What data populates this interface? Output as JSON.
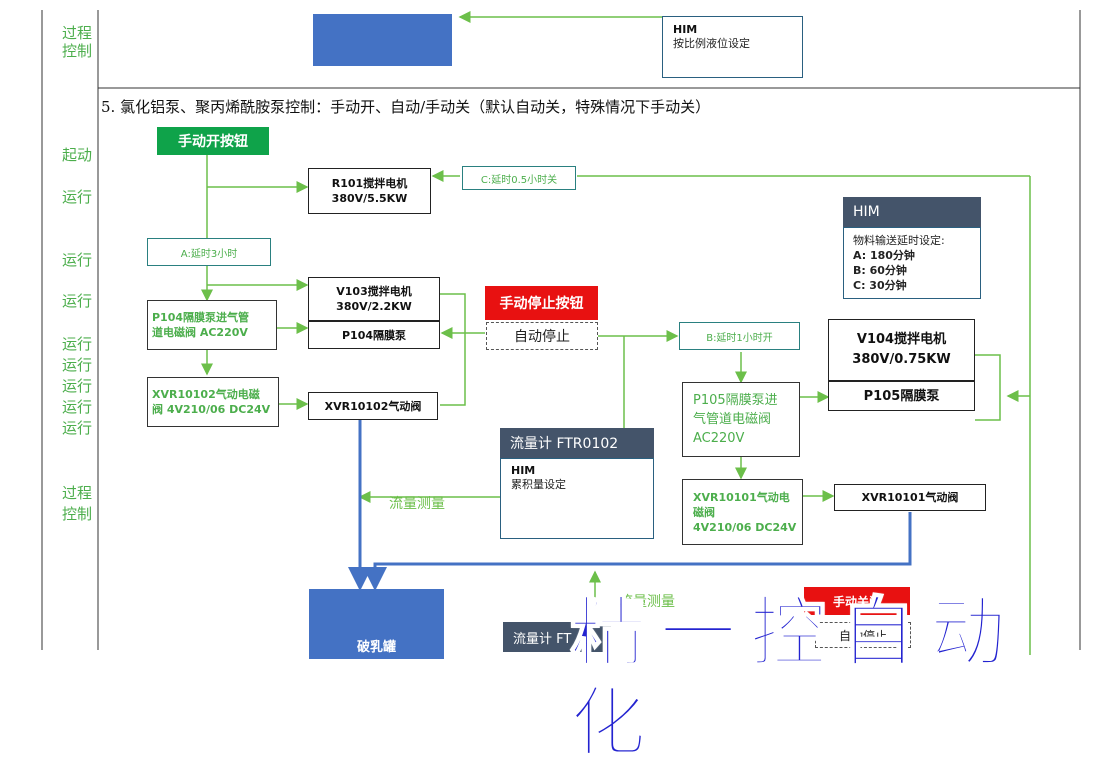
{
  "side_labels": {
    "top_process": "过程\n控制",
    "start": "起动",
    "run1": "运行",
    "run2": "运行",
    "run3": "运行",
    "run4": "运行\n运行\n运行\n运行\n运行",
    "process": "过程\n控制"
  },
  "top_section": {
    "him_title": "HIM",
    "him_text": "按比例液位设定"
  },
  "section5_title": "5. 氯化铝泵、聚丙烯酰胺泵控制：手动开、自动/手动关（默认自动关，特殊情况下手动关）",
  "manual_on_button": "手动开按钮",
  "r101": {
    "line1": "R101搅拌电机",
    "line2": "380V/5.5KW"
  },
  "delay_c": "C:延时0.5小时关",
  "delay_a": "A:延时3小时",
  "v103": {
    "line1": "V103搅拌电机",
    "line2": "380V/2.2KW"
  },
  "p104_pump": "P104隔膜泵",
  "p104_valve": {
    "line1": "P104隔膜泵进气管",
    "line2": "道电磁阀 AC220V"
  },
  "xvr10102_solenoid": {
    "line1": "XVR10102气动电磁",
    "line2": "阀 4V210/06 DC24V"
  },
  "xvr10102_valve": "XVR10102气动阀",
  "manual_stop_button": "手动停止按钮",
  "auto_stop": "自动停止",
  "delay_b": "B:延时1小时开",
  "him_right": {
    "title": "HIM",
    "line0": "物料输送延时设定:",
    "line1": "A:  180分钟",
    "line2": "B:  60分钟",
    "line3": "C:  30分钟"
  },
  "v104": {
    "line1": "V104搅拌电机",
    "line2": "380V/0.75KW"
  },
  "p105_pump": "P105隔膜泵",
  "p105_valve": {
    "line1": "P105隔膜泵进",
    "line2": "气管道电磁阀",
    "line3": "AC220V"
  },
  "xvr10101_solenoid": {
    "line1": "XVR10101气动电",
    "line2": "磁阀",
    "line3": "4V210/06 DC24V"
  },
  "xvr10101_valve": "XVR10101气动阀",
  "flowmeter1": {
    "title": "流量计 FTR0102",
    "him": "HIM",
    "text": "累积量设定"
  },
  "flow_measure1": "流量测量",
  "breaking_tank": "破乳罐",
  "flow_measure2": "流量测量",
  "flowmeter2_title": "流量计 FT",
  "bottom_red": "手动关闭",
  "bottom_auto": "自动停止",
  "watermark": "精一控自动化",
  "colors": {
    "green": "#4cae4c",
    "blue": "#4472c4",
    "header": "#44546a",
    "red": "#e81111"
  }
}
